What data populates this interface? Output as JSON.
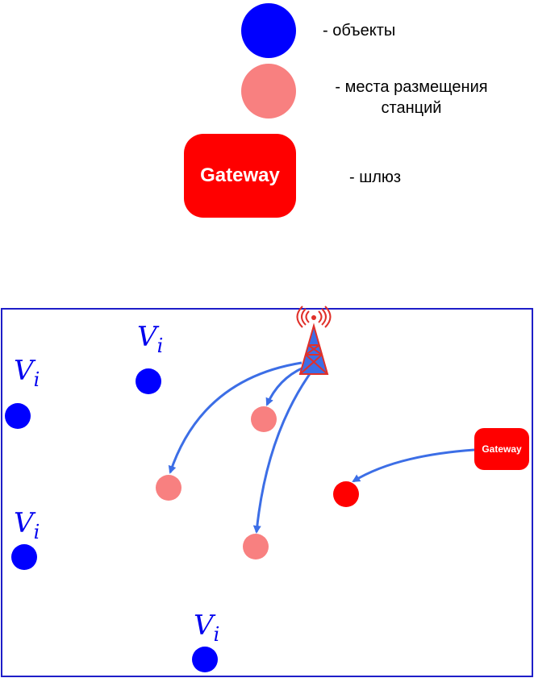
{
  "legend": {
    "objects": {
      "color": "#0000ff",
      "label": "- объекты"
    },
    "sites": {
      "color": "#f88080",
      "label_line1": "- места размещения",
      "label_line2": "станций"
    },
    "gateway": {
      "color": "#ff0000",
      "box_text": "Gateway",
      "label": "- шлюз"
    }
  },
  "diagram": {
    "object_label_main": "V",
    "object_label_sub": "i",
    "gateway_text": "Gateway",
    "colors": {
      "frame": "#1e1ec8",
      "object": "#0000ff",
      "site": "#f88080",
      "selected_site": "#ff0000",
      "arrow": "#3c6ee6",
      "tower_fill": "#3c6ee6",
      "tower_stroke": "#e0302a"
    },
    "icons": {
      "tower": "radio-tower-icon"
    }
  }
}
